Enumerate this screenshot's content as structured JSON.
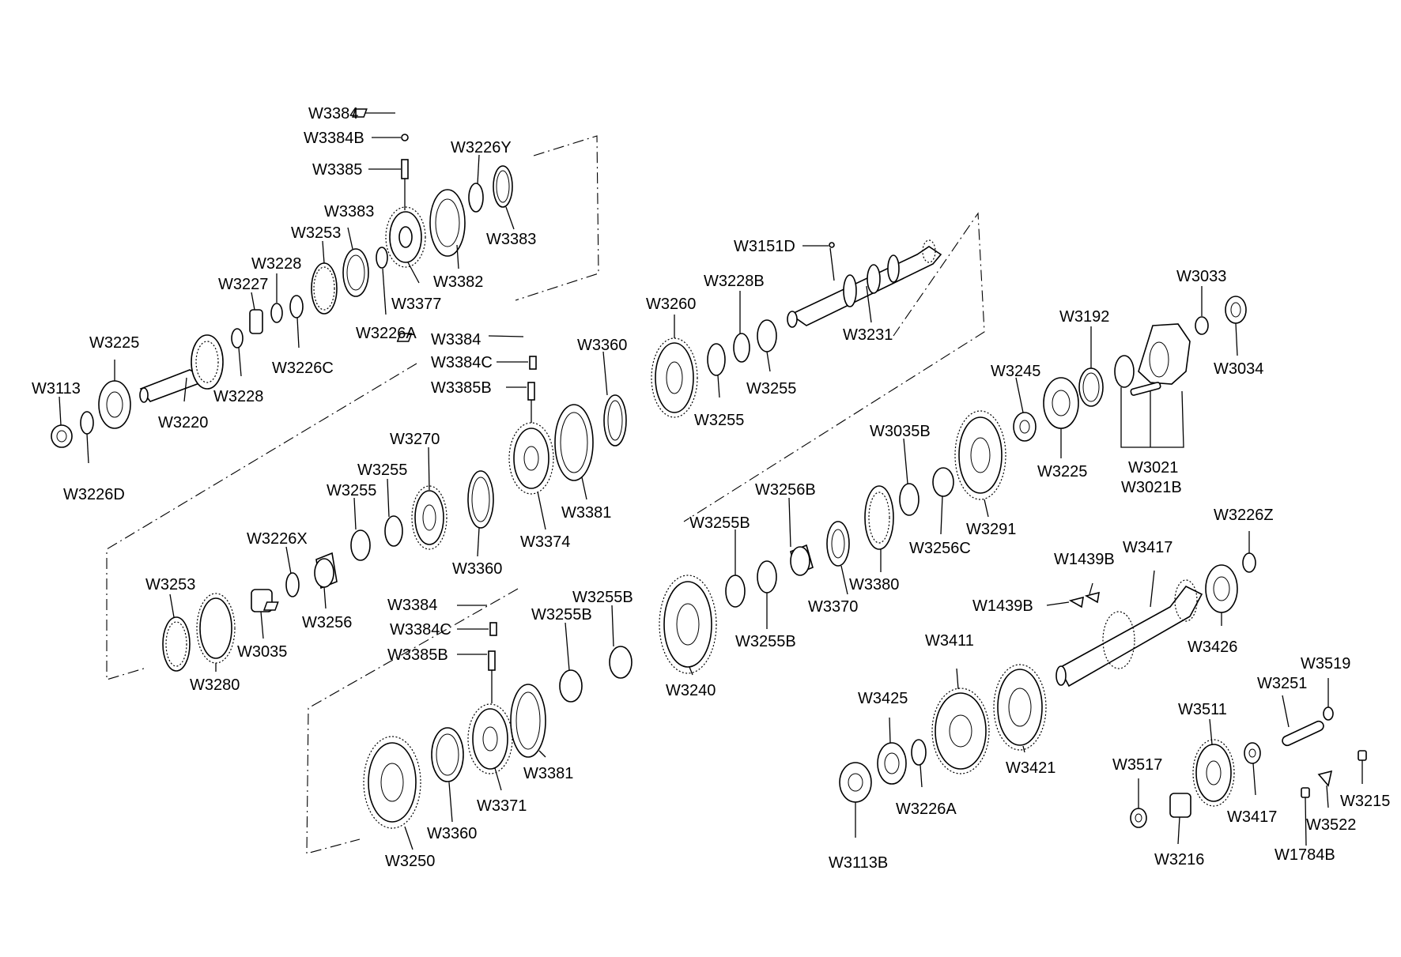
{
  "labels": {
    "w3384_a": "W3384",
    "w3384b": "W3384B",
    "w3385": "W3385",
    "w3226y": "W3226Y",
    "w3383_a": "W3383",
    "w3383_b": "W3383",
    "w3253_a": "W3253",
    "w3228_a": "W3228",
    "w3227": "W3227",
    "w3382": "W3382",
    "w3377": "W3377",
    "w3226a_a": "W3226A",
    "w3226c": "W3226C",
    "w3225_a": "W3225",
    "w3228_b": "W3228",
    "w3220": "W3220",
    "w3113": "W3113",
    "w3226d": "W3226D",
    "w3151d": "W3151D",
    "w3228b": "W3228B",
    "w3260": "W3260",
    "w3231": "W3231",
    "w3255_a": "W3255",
    "w3255_b": "W3255",
    "w3360_a": "W3360",
    "w3384_b": "W3384",
    "w3384c_a": "W3384C",
    "w3385b_a": "W3385B",
    "w3270": "W3270",
    "w3255_c": "W3255",
    "w3255_d": "W3255",
    "w3226x": "W3226X",
    "w3360_b": "W3360",
    "w3381_a": "W3381",
    "w3374": "W3374",
    "w3256": "W3256",
    "w3253_b": "W3253",
    "w3035": "W3035",
    "w3280": "W3280",
    "w3033": "W3033",
    "w3034": "W3034",
    "w3192": "W3192",
    "w3245": "W3245",
    "w3225_b": "W3225",
    "w3021": "W3021",
    "w3021b": "W3021B",
    "w3035b": "W3035B",
    "w3291": "W3291",
    "w3256c": "W3256C",
    "w3256b": "W3256B",
    "w3255b_a": "W3255B",
    "w3370": "W3370",
    "w3380": "W3380",
    "w3255b_b": "W3255B",
    "w3255b_c": "W3255B",
    "w3255b_d": "W3255B",
    "w3384_c": "W3384",
    "w3384c_b": "W3384C",
    "w3385b_b": "W3385B",
    "w3240": "W3240",
    "w3381_b": "W3381",
    "w3371": "W3371",
    "w3360_c": "W3360",
    "w3250": "W3250",
    "w3226z": "W3226Z",
    "w3417_a": "W3417",
    "w1439b_a": "W1439B",
    "w1439b_b": "W1439B",
    "w3426": "W3426",
    "w3411": "W3411",
    "w3425": "W3425",
    "w3421": "W3421",
    "w3226a_b": "W3226A",
    "w3113b": "W3113B",
    "w3519": "W3519",
    "w3251": "W3251",
    "w3511": "W3511",
    "w3517": "W3517",
    "w3417_b": "W3417",
    "w3216": "W3216",
    "w3215": "W3215",
    "w3522": "W3522",
    "w1784b": "W1784B"
  }
}
